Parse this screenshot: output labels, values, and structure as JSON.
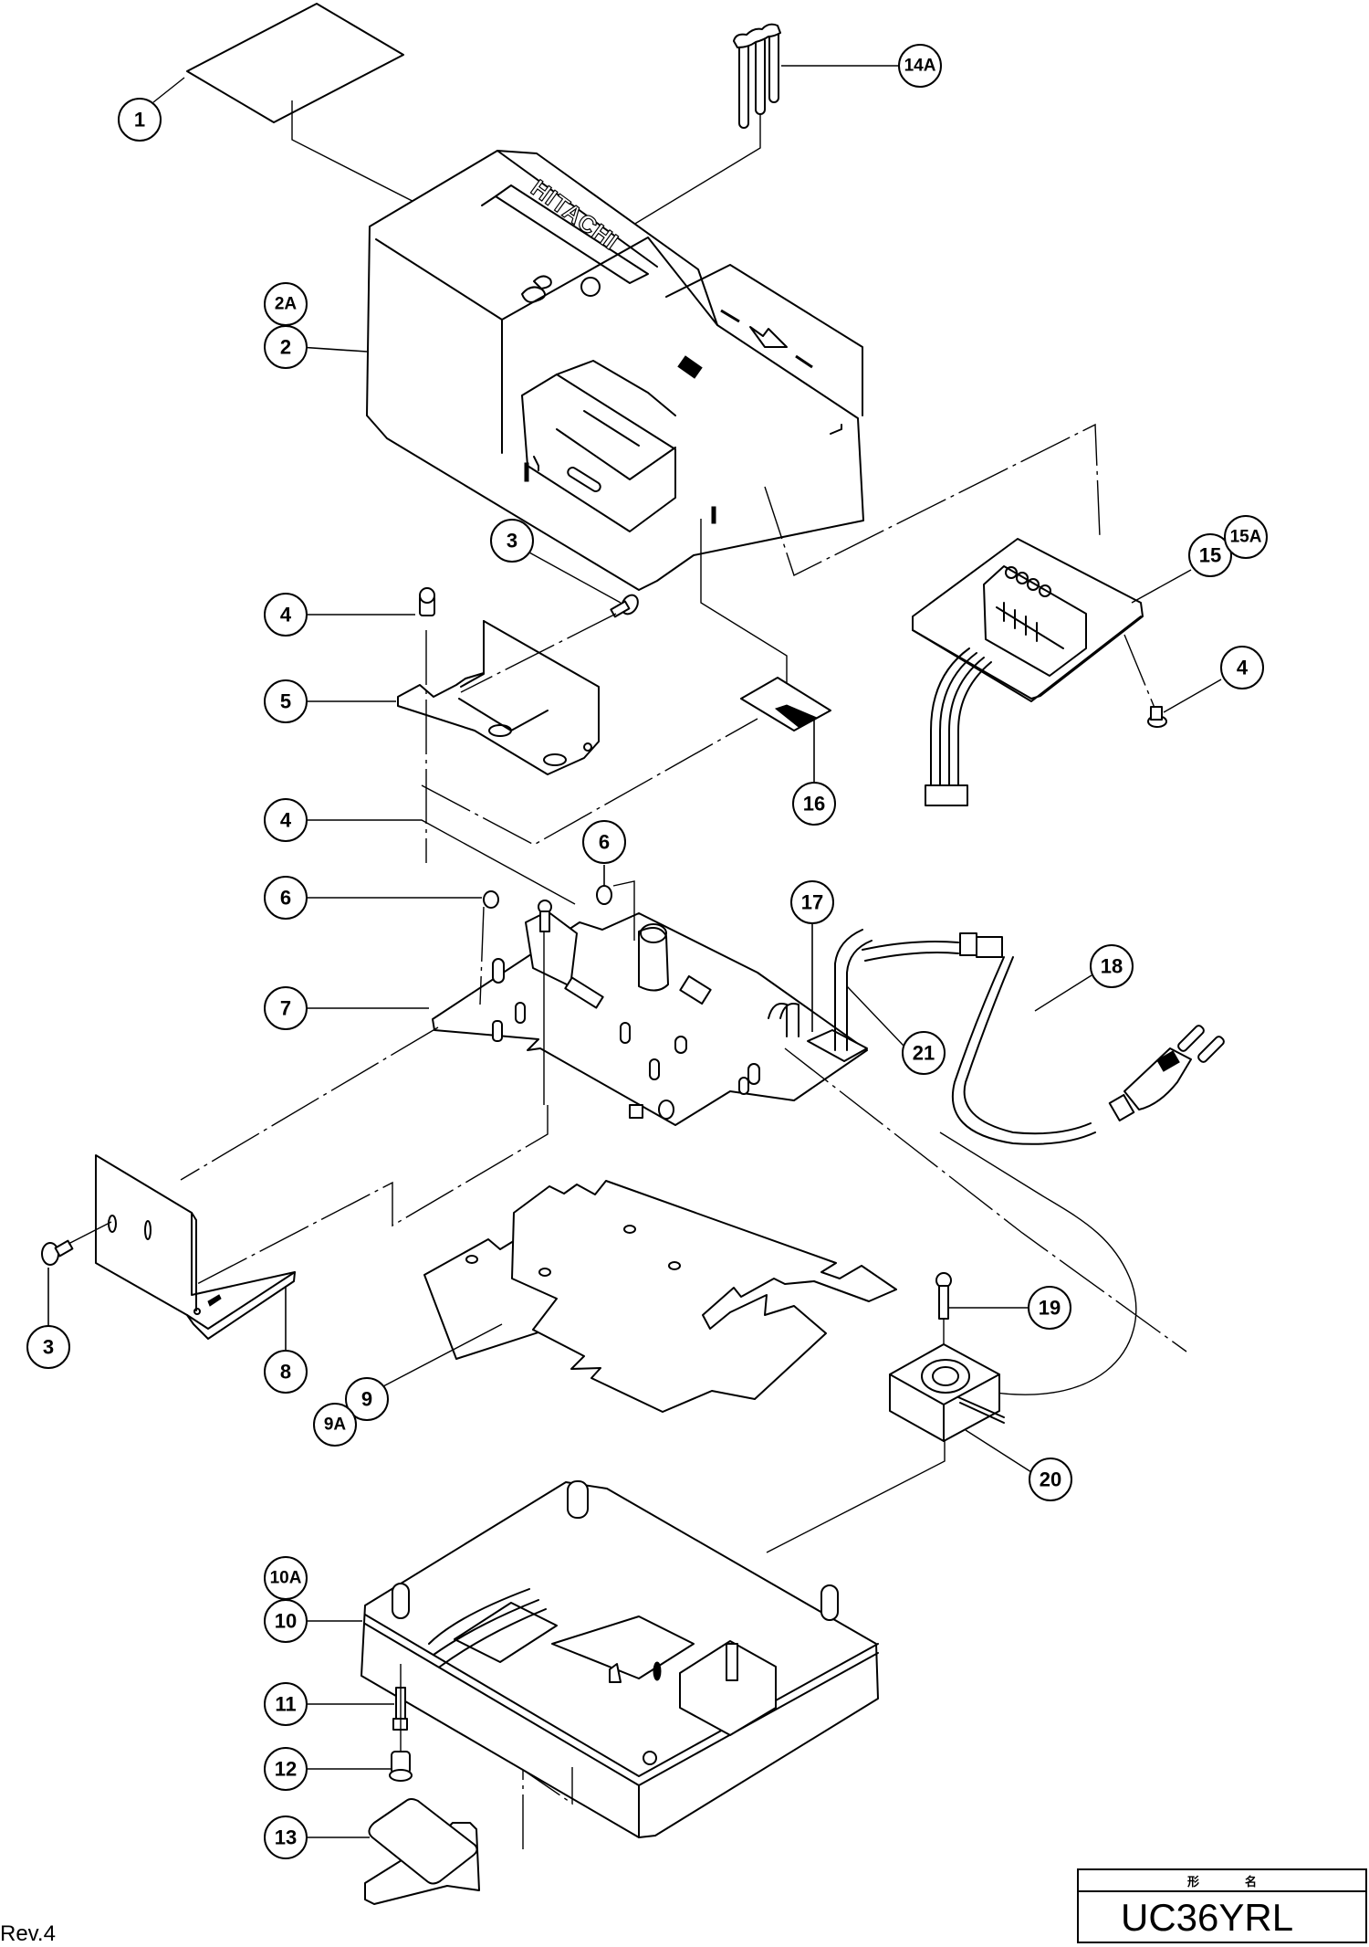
{
  "document": {
    "brand_mark": "HITACHI",
    "revision": "Rev.4",
    "title_block": {
      "header_chars": [
        "形",
        "名"
      ],
      "model": "UC36YRL"
    }
  },
  "callouts": [
    {
      "id": "1",
      "label": "1",
      "part": "name-plate"
    },
    {
      "id": "2",
      "label": "2",
      "part": "housing-upper"
    },
    {
      "id": "2A",
      "label": "2A",
      "part": "housing-upper-alt"
    },
    {
      "id": "3a",
      "label": "3",
      "part": "screw"
    },
    {
      "id": "3b",
      "label": "3",
      "part": "screw"
    },
    {
      "id": "4a",
      "label": "4",
      "part": "tapping-screw"
    },
    {
      "id": "4b",
      "label": "4",
      "part": "tapping-screw"
    },
    {
      "id": "4c",
      "label": "4",
      "part": "tapping-screw"
    },
    {
      "id": "5",
      "label": "5",
      "part": "heat-sink-bracket"
    },
    {
      "id": "6a",
      "label": "6",
      "part": "nut"
    },
    {
      "id": "6b",
      "label": "6",
      "part": "nut"
    },
    {
      "id": "7",
      "label": "7",
      "part": "pc-board"
    },
    {
      "id": "8",
      "label": "8",
      "part": "heat-sink"
    },
    {
      "id": "9",
      "label": "9",
      "part": "insulation-sheet"
    },
    {
      "id": "9A",
      "label": "9A",
      "part": "insulation-sheet-alt"
    },
    {
      "id": "10",
      "label": "10",
      "part": "housing-lower"
    },
    {
      "id": "10A",
      "label": "10A",
      "part": "housing-lower-alt"
    },
    {
      "id": "11",
      "label": "11",
      "part": "tapping-screw"
    },
    {
      "id": "12",
      "label": "12",
      "part": "rubber-foot"
    },
    {
      "id": "13",
      "label": "13",
      "part": "label"
    },
    {
      "id": "14A",
      "label": "14A",
      "part": "light-guide"
    },
    {
      "id": "15",
      "label": "15",
      "part": "terminal-assembly"
    },
    {
      "id": "15A",
      "label": "15A",
      "part": "terminal-assembly-alt"
    },
    {
      "id": "16",
      "label": "16",
      "part": "label"
    },
    {
      "id": "17",
      "label": "17",
      "part": "terminal"
    },
    {
      "id": "18",
      "label": "18",
      "part": "cord"
    },
    {
      "id": "19",
      "label": "19",
      "part": "tapping-screw"
    },
    {
      "id": "20",
      "label": "20",
      "part": "fan"
    },
    {
      "id": "21",
      "label": "21",
      "part": "cord-armor"
    }
  ]
}
